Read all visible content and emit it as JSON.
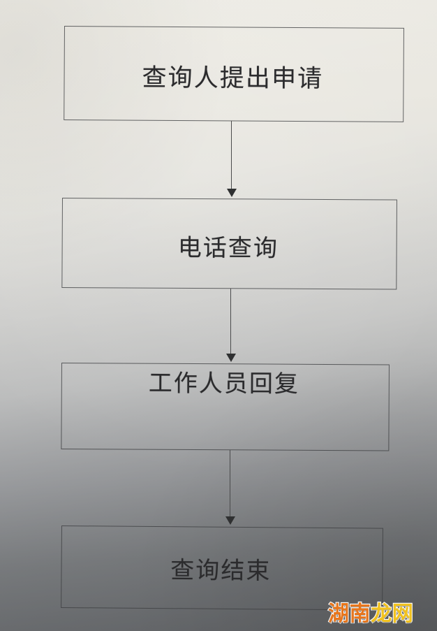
{
  "document": {
    "type": "flowchart-photo",
    "description": "Photographed printed flowchart on paper",
    "language": "zh-CN"
  },
  "colors": {
    "paper_top": "#eceae3",
    "paper_bottom": "#7d8084",
    "line": "#4a4b4c",
    "text": "#2b2b2d",
    "watermark_orange": "#e8761c",
    "watermark_yellow": "#f2c21e"
  },
  "flowchart": {
    "direction": "top-to-bottom",
    "nodes": [
      {
        "id": "node-1",
        "label": "查询人提出申请",
        "shape": "rectangle",
        "order": 1
      },
      {
        "id": "node-2",
        "label": "电话查询",
        "shape": "rectangle",
        "order": 2
      },
      {
        "id": "node-3",
        "label": "工作人员回复",
        "shape": "rectangle",
        "order": 3
      },
      {
        "id": "node-4",
        "label": "查询结束",
        "shape": "rectangle",
        "order": 4
      }
    ],
    "edges": [
      {
        "id": "edge-1",
        "from": "node-1",
        "to": "node-2",
        "style": "solid-arrow",
        "label": ""
      },
      {
        "id": "edge-2",
        "from": "node-2",
        "to": "node-3",
        "style": "solid-arrow",
        "label": ""
      },
      {
        "id": "edge-3",
        "from": "node-3",
        "to": "node-4",
        "style": "solid-arrow",
        "label": ""
      }
    ]
  },
  "watermark": {
    "text": "湖南龙网",
    "part_a": "湖南",
    "part_b": "龙网",
    "position": "bottom-right"
  }
}
